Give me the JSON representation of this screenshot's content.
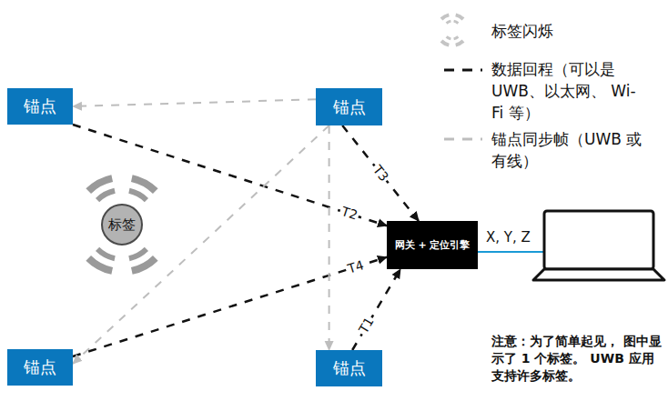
{
  "diagram": {
    "nodes": [
      {
        "text": [
          "锚点"
        ]
      },
      {
        "text": [
          "锚点"
        ]
      },
      {
        "text": [
          "标签"
        ]
      },
      {
        "text": [
          "网关 + 定位引擎"
        ]
      },
      {
        "text": [
          "锚点"
        ]
      },
      {
        "text": [
          "锚点"
        ]
      }
    ],
    "edges": [
      {
        "from": 0,
        "to": 3,
        "arrow": "to",
        "label": "T2"
      },
      {
        "from": 1,
        "to": 3,
        "arrow": "to",
        "label": "T3"
      },
      {
        "from": 4,
        "to": 3,
        "arrow": "to",
        "label": "T4"
      },
      {
        "from": 5,
        "to": 3,
        "arrow": "to",
        "label": "T1"
      },
      {
        "from": 1,
        "to": 0,
        "arrow": "to"
      },
      {
        "from": 1,
        "to": 4,
        "arrow": "to"
      },
      {
        "from": 1,
        "to": 5,
        "arrow": "to"
      }
    ],
    "labels": [
      "X, Y, Z",
      "注意：为了简单起见， 图中显示了 1 个标签。 UWB 应用支持许多标签。"
    ],
    "legend": [
      {
        "text": "标签闪烁"
      },
      {
        "text": "数据回程（可以是 UWB、以太网、 Wi-Fi 等）"
      },
      {
        "text": "锚点同步帧（UWB 或 有线）"
      }
    ]
  }
}
